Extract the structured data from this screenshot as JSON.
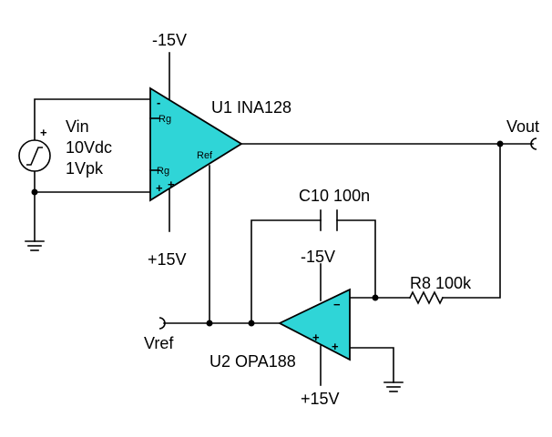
{
  "u1": {
    "ref": "U1",
    "part": "INA128",
    "pin_rg_top": "Rg",
    "pin_rg_bottom": "Rg",
    "pin_ref": "Ref",
    "minus_sign": "-",
    "plus_sign": "+",
    "supply_top": "-15V",
    "supply_bottom": "+15V"
  },
  "u2": {
    "ref": "U2",
    "part": "OPA188",
    "minus_sign": "−",
    "plus_sign": "+",
    "supply_top": "-15V",
    "supply_bottom": "+15V"
  },
  "vin": {
    "name": "Vin",
    "dc": "10Vdc",
    "ac": "1Vpk",
    "plus_sign": "+"
  },
  "c10": {
    "ref": "C10",
    "value": "100n"
  },
  "r8": {
    "ref": "R8",
    "value": "100k"
  },
  "ports": {
    "vout": "Vout",
    "vref": "Vref"
  },
  "colors": {
    "amplifier_fill": "#2fd5d7",
    "wire": "#000000"
  }
}
